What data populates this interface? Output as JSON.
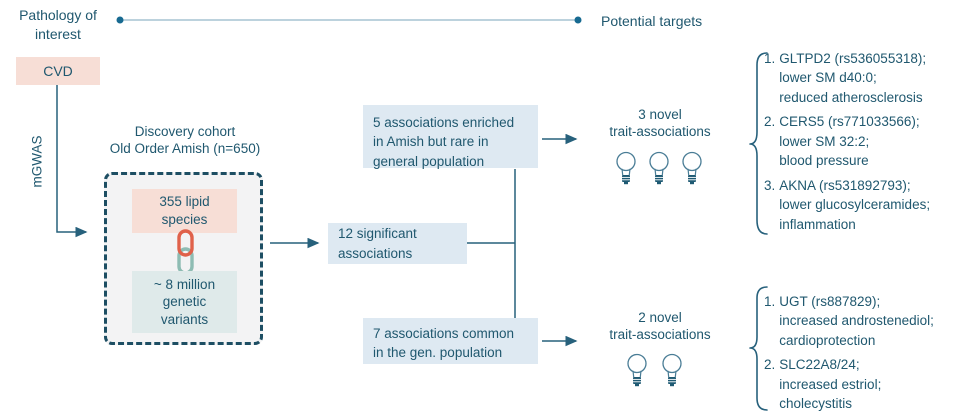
{
  "colors": {
    "ink": "#20586f",
    "line": "#27617c",
    "dot": "#176a91",
    "thin_line": "#a5c3d2",
    "pink_fill": "#f7ded6",
    "blue_fill": "#dee9f2",
    "teal_fill": "#dfeaea",
    "gray_fill": "#f3f3f4",
    "dash_border": "#1d4e63",
    "link_orange": "#e0614a",
    "link_teal": "#8ebcb3"
  },
  "icons": {
    "link": "chain-link-icon",
    "bulb": "lightbulb-icon",
    "endpoint": "dot-endpoint-icon"
  },
  "header": {
    "pathology": "Pathology of\ninterest",
    "targets": "Potential targets"
  },
  "flow": {
    "disease": "CVD",
    "method": "mGWAS"
  },
  "discovery": {
    "title": "Discovery cohort\nOld Order Amish (n=650)",
    "lipids": "355 lipid\nspecies",
    "variants": "~ 8 million\ngenetic\nvariants"
  },
  "associations": {
    "significant": "12 significant\nassociations",
    "enriched": "5 associations enriched\nin Amish but rare in\ngeneral population",
    "common": "7 associations common\nin the gen. population"
  },
  "novel": {
    "top": "3 novel\ntrait-associations",
    "bottom": "2 novel\ntrait-associations"
  },
  "targets_top": [
    {
      "num": "1.",
      "text": "GLTPD2 (rs536055318);\nlower SM d40:0;\nreduced atherosclerosis"
    },
    {
      "num": "2.",
      "text": "CERS5 (rs771033566);\nlower SM 32:2;\nblood pressure"
    },
    {
      "num": "3.",
      "text": "AKNA (rs531892793);\nlower glucosylceramides;\ninflammation"
    }
  ],
  "targets_bottom": [
    {
      "num": "1.",
      "text": "UGT (rs887829);\nincreased androstenediol;\ncardioprotection"
    },
    {
      "num": "2.",
      "text": "SLC22A8/24;\nincreased estriol;\ncholecystitis"
    }
  ]
}
